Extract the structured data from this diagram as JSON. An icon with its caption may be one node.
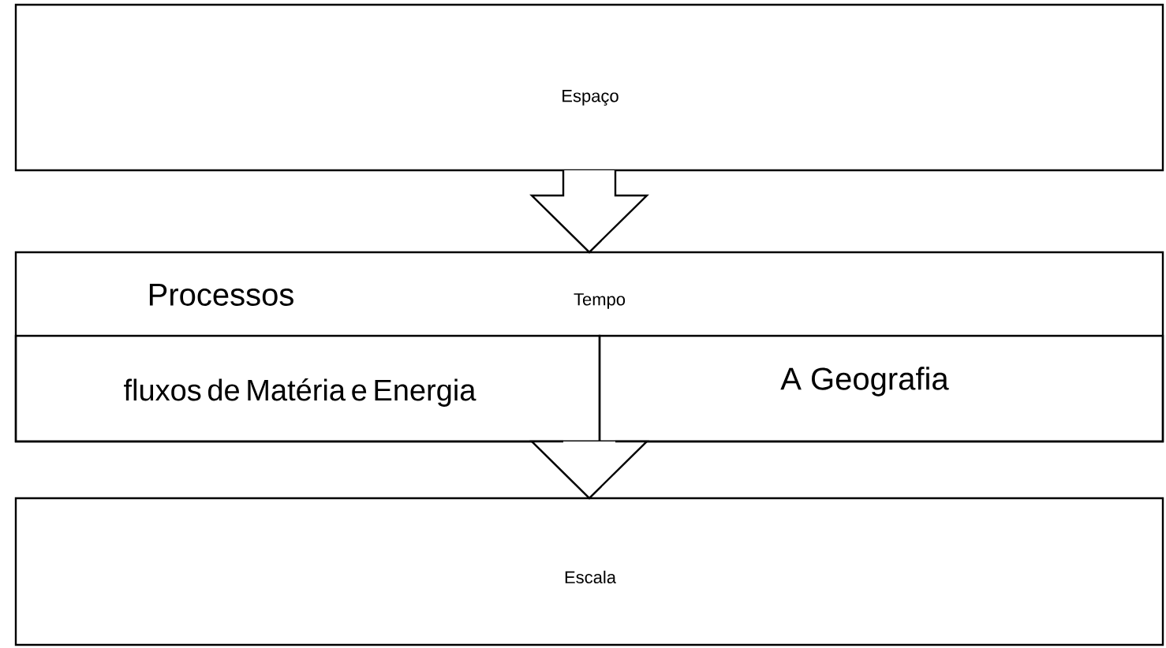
{
  "diagram": {
    "nodes": [
      {
        "text": [
          "Espaço"
        ]
      },
      {
        "text": [
          "Processos",
          "Tempo"
        ]
      },
      {
        "text": [
          "fluxos de Matéria e Energia"
        ],
        "in": 1
      },
      {
        "text": [
          "A Geografia"
        ],
        "in": 1
      },
      {
        "text": [
          "Escala"
        ]
      }
    ],
    "edges": [
      {
        "from": 0,
        "to": 1,
        "arrow": "to"
      },
      {
        "from": 1,
        "to": 4,
        "arrow": "to"
      }
    ]
  }
}
